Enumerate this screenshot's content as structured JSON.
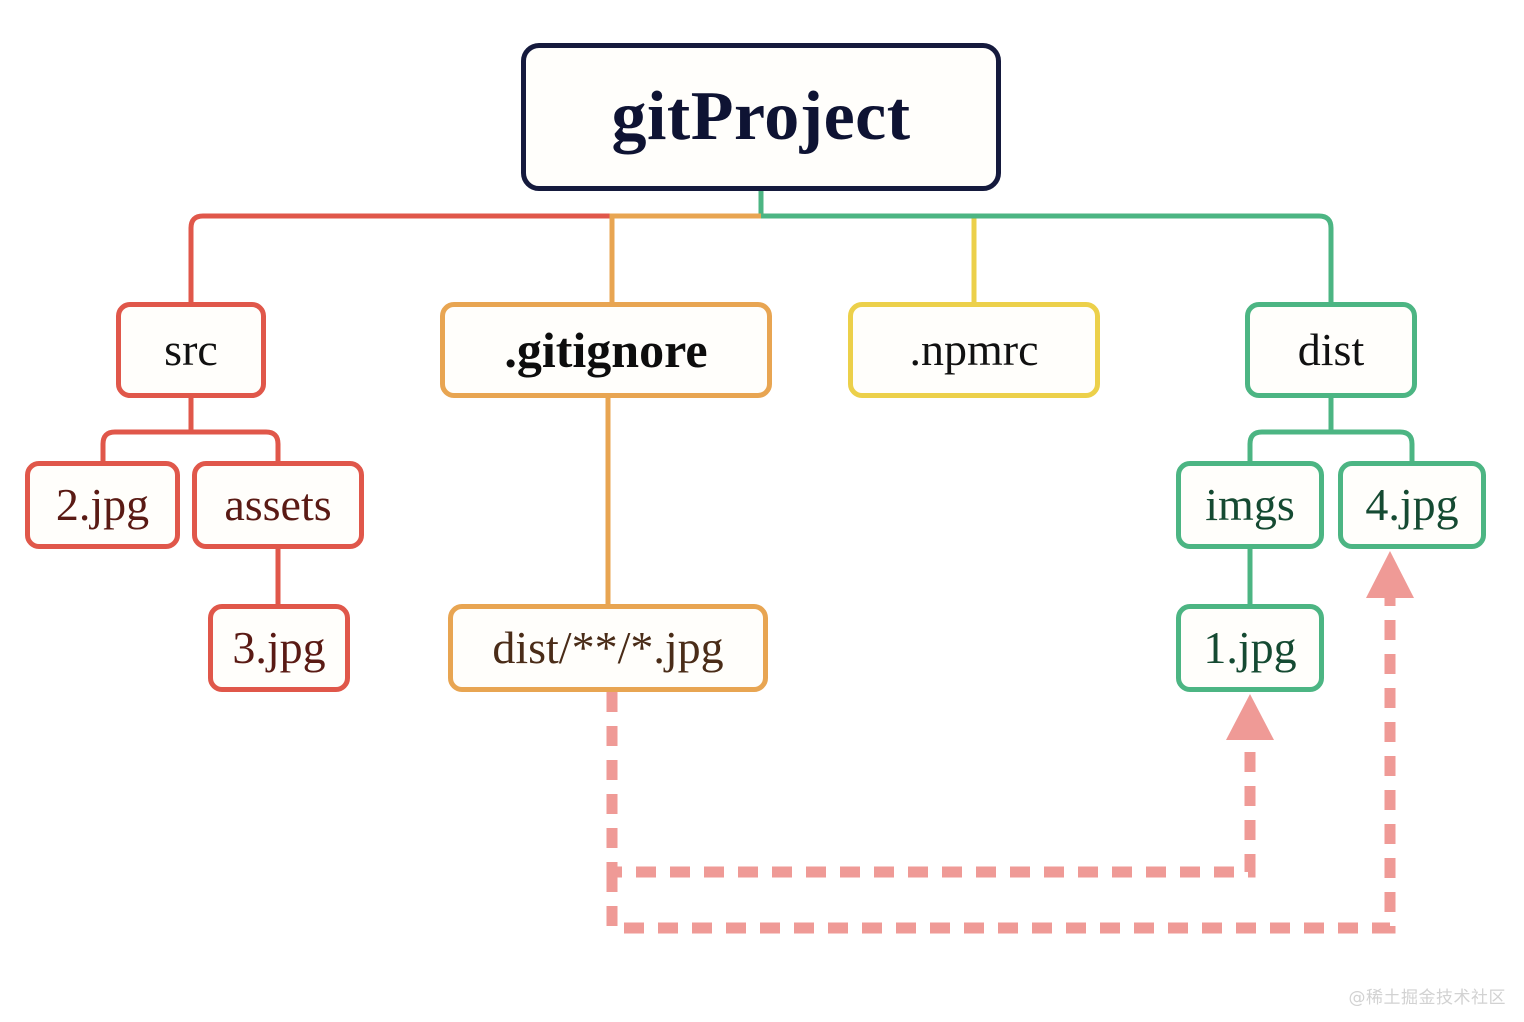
{
  "diagram": {
    "type": "tree",
    "title": "gitProject file tree with .gitignore ignore-pattern mapping",
    "background_color": "#ffffff",
    "root": {
      "id": "root",
      "label": "gitProject",
      "border_color": "#151a3d",
      "text_color": "#0e1333",
      "bold": true
    },
    "nodes": [
      {
        "id": "src",
        "label": "src",
        "level": 2,
        "border_color": "#e0574a",
        "text_color": "#111111",
        "bold": false
      },
      {
        "id": "gitignore",
        "label": ".gitignore",
        "level": 2,
        "border_color": "#e8a552",
        "text_color": "#0d0d0d",
        "bold": true
      },
      {
        "id": "npmrc",
        "label": ".npmrc",
        "level": 2,
        "border_color": "#ecd04a",
        "text_color": "#111111",
        "bold": false
      },
      {
        "id": "dist",
        "label": "dist",
        "level": 2,
        "border_color": "#4cb583",
        "text_color": "#111111",
        "bold": false
      },
      {
        "id": "img2",
        "label": "2.jpg",
        "level": 3,
        "parent": "src",
        "border_color": "#e0574a",
        "text_color": "#5a1a14",
        "bold": false
      },
      {
        "id": "assets",
        "label": "assets",
        "level": 3,
        "parent": "src",
        "border_color": "#e0574a",
        "text_color": "#5a1a14",
        "bold": false
      },
      {
        "id": "img3",
        "label": "3.jpg",
        "level": 4,
        "parent": "assets",
        "border_color": "#e0574a",
        "text_color": "#5a1a14",
        "bold": false
      },
      {
        "id": "distglob",
        "label": "dist/**/*.jpg",
        "level": 3,
        "parent": "gitignore",
        "border_color": "#e8a552",
        "text_color": "#4a2c18",
        "bold": false
      },
      {
        "id": "imgs",
        "label": "imgs",
        "level": 3,
        "parent": "dist",
        "border_color": "#4cb583",
        "text_color": "#154a32",
        "bold": false
      },
      {
        "id": "img4",
        "label": "4.jpg",
        "level": 3,
        "parent": "dist",
        "border_color": "#4cb583",
        "text_color": "#154a32",
        "bold": false
      },
      {
        "id": "img1",
        "label": "1.jpg",
        "level": 4,
        "parent": "imgs",
        "border_color": "#4cb583",
        "text_color": "#154a32",
        "bold": false
      }
    ],
    "edges": [
      {
        "from": "root",
        "to": "src",
        "color": "#e0574a",
        "style": "solid"
      },
      {
        "from": "root",
        "to": "gitignore",
        "color": "#e8a552",
        "style": "solid"
      },
      {
        "from": "root",
        "to": "npmrc",
        "color": "#ecd04a",
        "style": "solid"
      },
      {
        "from": "root",
        "to": "dist",
        "color": "#4cb583",
        "style": "solid"
      },
      {
        "from": "src",
        "to": "img2",
        "color": "#e0574a",
        "style": "solid"
      },
      {
        "from": "src",
        "to": "assets",
        "color": "#e0574a",
        "style": "solid"
      },
      {
        "from": "assets",
        "to": "img3",
        "color": "#e0574a",
        "style": "solid"
      },
      {
        "from": "gitignore",
        "to": "distglob",
        "color": "#e8a552",
        "style": "solid"
      },
      {
        "from": "dist",
        "to": "imgs",
        "color": "#4cb583",
        "style": "solid"
      },
      {
        "from": "dist",
        "to": "img4",
        "color": "#4cb583",
        "style": "solid"
      },
      {
        "from": "imgs",
        "to": "img1",
        "color": "#4cb583",
        "style": "solid"
      },
      {
        "from": "distglob",
        "to": "img1",
        "color": "#ef9a96",
        "style": "dashed",
        "arrow": true
      },
      {
        "from": "distglob",
        "to": "img4",
        "color": "#ef9a96",
        "style": "dashed",
        "arrow": true
      }
    ]
  },
  "watermark": {
    "text": "@稀土掘金技术社区",
    "color": "#d2d2d2"
  }
}
